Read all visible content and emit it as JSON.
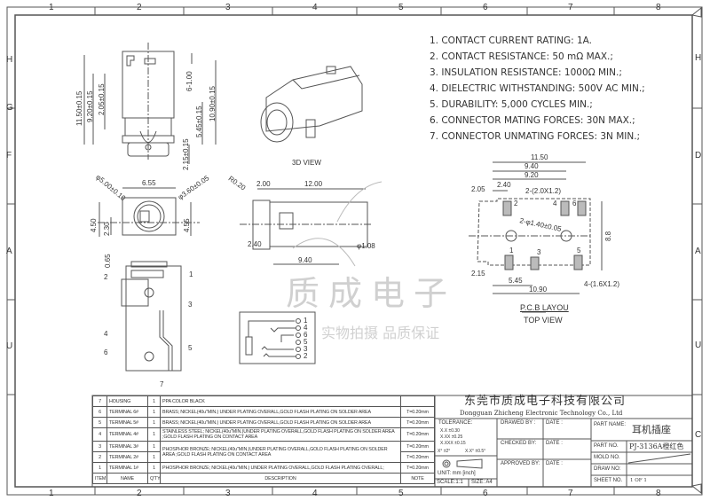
{
  "grid": {
    "columns": [
      "1",
      "2",
      "3",
      "4",
      "5",
      "6",
      "7",
      "8"
    ],
    "rows_left": [
      "H",
      "G",
      "F",
      "A",
      "U"
    ],
    "rows_right": [
      "H",
      "D",
      "A",
      "U",
      "C"
    ]
  },
  "notes": [
    "1. CONTACT CURRENT RATING: 1A.",
    "2. CONTACT RESISTANCE: 50 mΩ MAX.;",
    "3. INSULATION RESISTANCE: 1000Ω MIN.;",
    "4. DIELECTRIC WITHSTANDING: 500V AC MIN.;",
    "5. DURABILITY: 5,000 CYCLES MIN.;",
    "6. CONNECTOR MATING FORCES: 30N   MAX.;",
    "7. CONNECTOR UNMATING FORCES: 3N MIN.;"
  ],
  "views": {
    "view_3d": "3D VIEW",
    "pcb_title": "P.C.B LAYOU",
    "pcb_subtitle": "TOP VIEW"
  },
  "dimensions": {
    "front": {
      "d1": "11.50±0.15",
      "d2": "9.20±0.15",
      "d3": "2.05±0.15",
      "d4": "6-1.00",
      "d5": "10.90±0.15",
      "d6": "5.45±0.15",
      "d7": "2.15±0.15"
    },
    "end": {
      "d1": "6.55",
      "d2": "φ5.00±0.10",
      "d3": "φ3.60±0.05",
      "d4": "4.50",
      "d5": "2.30",
      "d6": "4.55",
      "d7": "0.65"
    },
    "side": {
      "d1": "R0.20",
      "d2": "2.00",
      "d3": "12.00",
      "d4": "2.40",
      "d5": "9.40",
      "d6": "φ1.08"
    },
    "pcb": {
      "d1": "11.50",
      "d2": "9.40",
      "d3": "9.20",
      "d4": "2.40",
      "d5": "2.05",
      "d6": "2-(2.0X1.2)",
      "d7": "2-φ1.40±0.05",
      "d8": "8.8",
      "d9": "2.15",
      "d10": "5.45",
      "d11": "10.90",
      "d12": "4-(1.6X1.2)"
    },
    "pcb_pins": [
      "1",
      "2",
      "3",
      "4",
      "5",
      "6"
    ]
  },
  "callouts": [
    "1",
    "2",
    "3",
    "4",
    "5",
    "6",
    "7"
  ],
  "schematic_pins": [
    "1",
    "4",
    "6",
    "5",
    "3",
    "2"
  ],
  "watermark": {
    "line1": "质成电子",
    "line2": "实物拍摄 品质保证"
  },
  "bom": {
    "headers": {
      "item": "ITEM",
      "name": "NAME",
      "qty": "Q'TY",
      "desc": "DESCRIPTION",
      "note": "NOTE"
    },
    "rows": [
      {
        "item": "7",
        "name": "HOUSING",
        "qty": "1",
        "desc": "PPA   COLOR BLACK",
        "note": ""
      },
      {
        "item": "6",
        "name": "TERMINAL 6#",
        "qty": "1",
        "desc": "BRASS; NICKEL(40u\"MIN.) UNDER PLATING OVERALL,GOLD FLASH PLATING ON SOLDER AREA",
        "note": "T=0.20mm"
      },
      {
        "item": "5",
        "name": "TERMINAL 5#",
        "qty": "1",
        "desc": "BRASS; NICKEL(40u\"MIN.) UNDER PLATING OVERALL,GOLD FLASH PLATING ON SOLDER AREA",
        "note": "T=0.20mm"
      },
      {
        "item": "4",
        "name": "TERMINAL 4#",
        "qty": "1",
        "desc": "STAINLESS STEEL; NICKEL(40u\"MIN.)UNDER PLATING OVERALL,GOLD FLASH PLATING ON SOLDER AREA ;GOLD FLASH PLATING ON CONTACT AREA",
        "note": "T=0.20mm"
      },
      {
        "item": "3",
        "name": "TERMINAL 3#",
        "qty": "1",
        "desc": "PHOSPHOR BRONZE; NICKEL(40u\"MIN.)UNDER PLATING OVERALL,GOLD FLASH PLATING ON SOLDER AREA ;GOLD FLASH PLATING ON CONTACT AREA",
        "note": "T=0.20mm"
      },
      {
        "item": "2",
        "name": "TERMINAL 2#",
        "qty": "1",
        "desc": "",
        "note": "T=0.20mm"
      },
      {
        "item": "1",
        "name": "TERMINAL 1#",
        "qty": "1",
        "desc": "PHOSPHOR BRONZE; NICKEL(40u\"MIN.) UNDER PLATING OVERALL,GOLD FLASH PLATING OVERALL;",
        "note": "T=0.20mm"
      }
    ]
  },
  "title_block": {
    "company_cn": "东莞市质成电子科技有限公司",
    "company_en": "Dongguan Zhicheng Electronic Technology Co., Ltd",
    "tolerance_label": "TOLERANCE:",
    "tol1": "X.X    ±0.30",
    "tol2": "X.XX   ±0.25",
    "tol3": "X.XXX  ±0.15",
    "tol_angle1": "X° ±2°",
    "tol_angle2": "X.X° ±0.5°",
    "unit": "UNIT:  mm  [inch]",
    "scale": "SCALE:1:1",
    "size": "SIZE: A4",
    "drawed_by": "DRAWED BY :",
    "checked_by": "CHECKED BY:",
    "approved_by": "APPROVED BY:",
    "date": "DATE :",
    "part_name_label": "PART NAME:",
    "part_name": "耳机插座",
    "part_no_label": "PART NO.",
    "part_no": "PJ-3136A橙红色",
    "mold_no_label": "MOLD NO.",
    "draw_no_label": "DRAW NO:",
    "sheet_no_label": "SHEET NO.",
    "sheet_no": "1 OF 1"
  }
}
